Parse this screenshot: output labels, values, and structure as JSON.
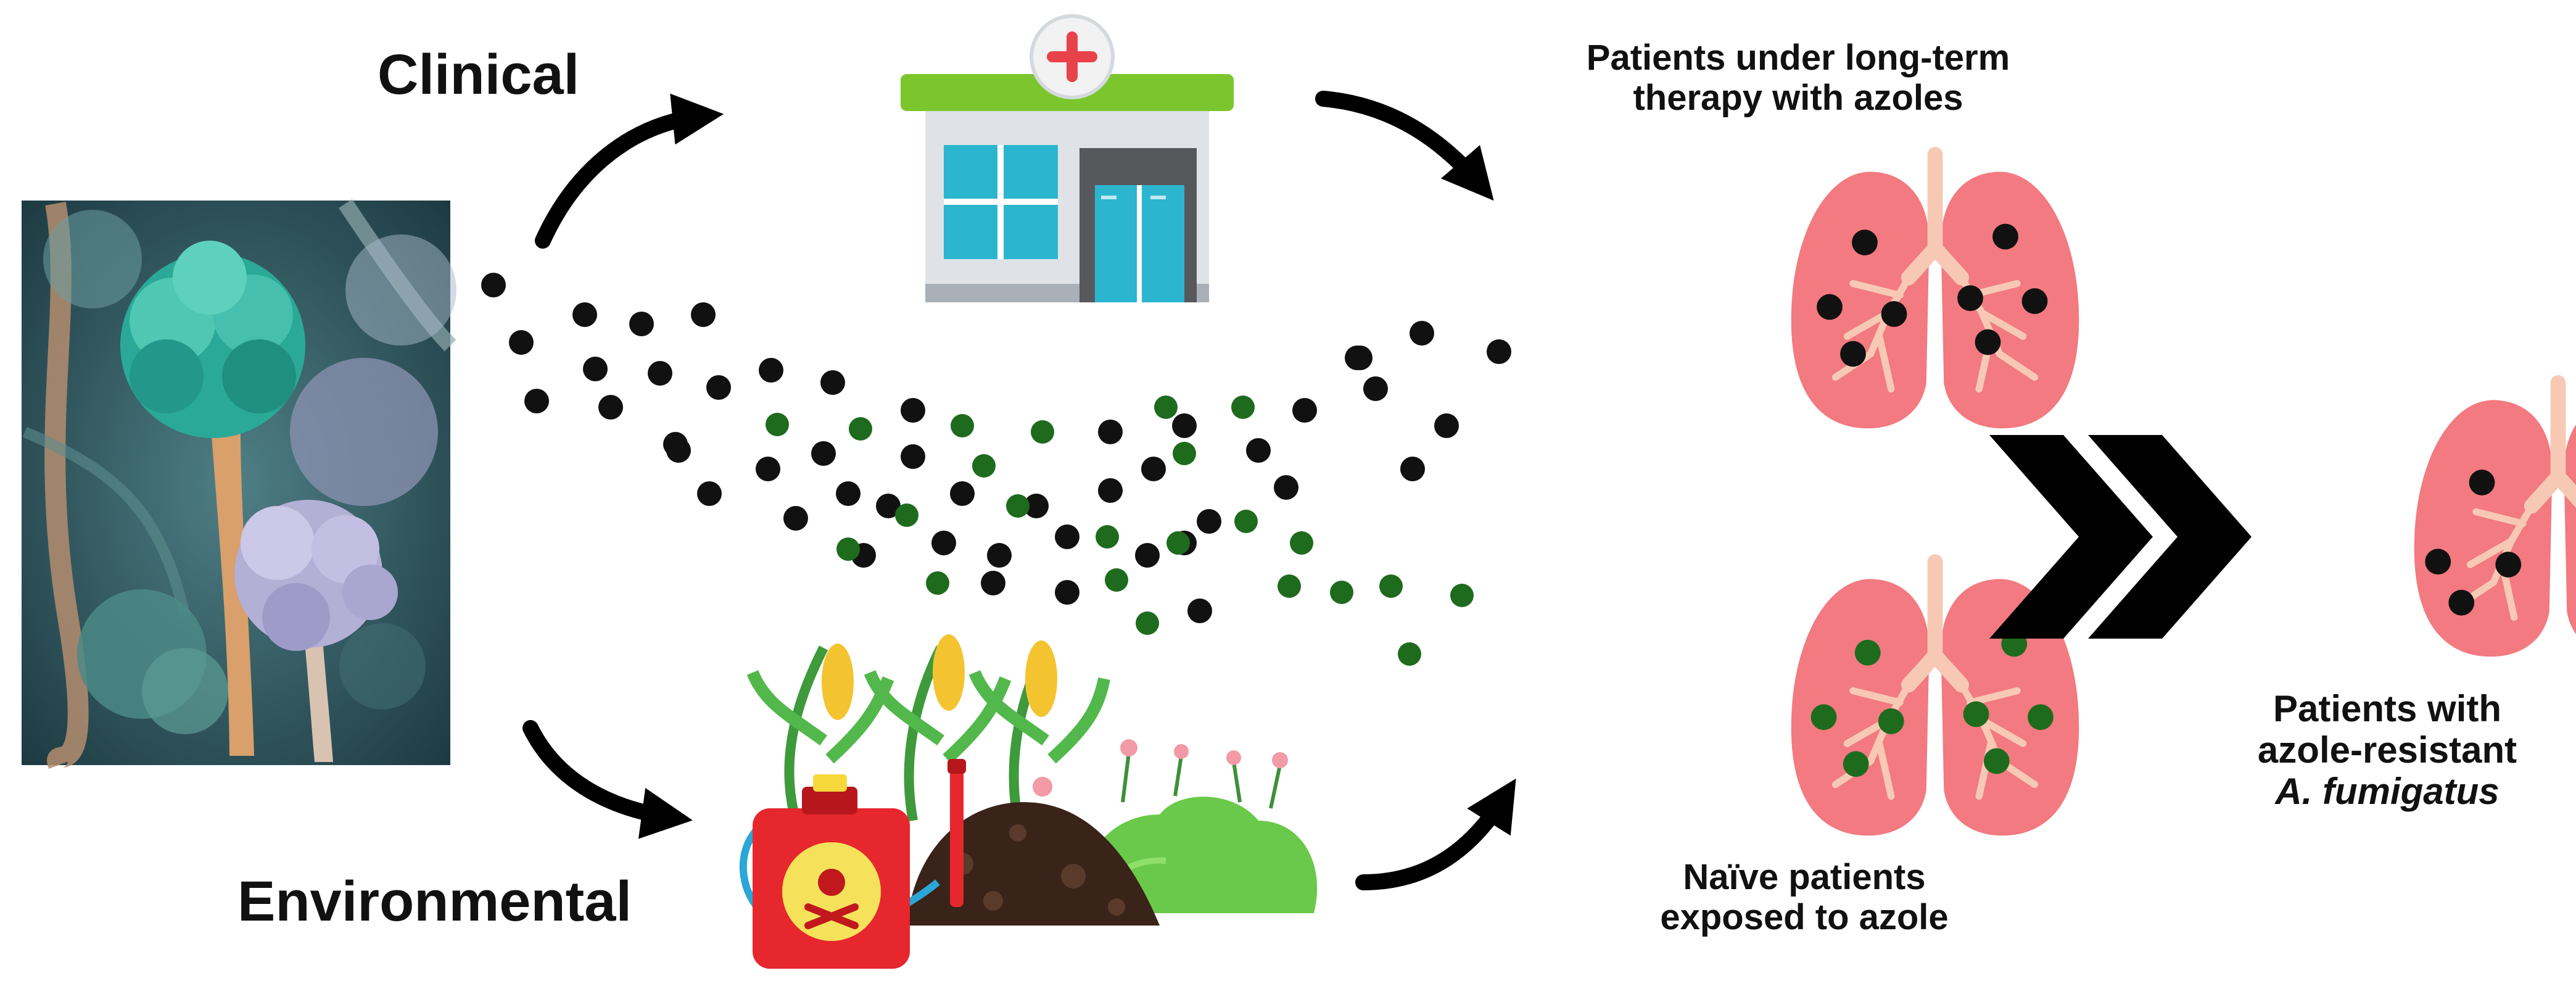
{
  "labels": {
    "clinical": "Clinical",
    "environmental": "Environmental",
    "long_term": {
      "line1": "Patients under long-term",
      "line2": "therapy with azoles"
    },
    "naive": {
      "line1": "Naïve patients",
      "line2": "exposed to azole"
    },
    "resistant": {
      "line1": "Patients with",
      "line2": "azole-resistant",
      "line3": "A. fumigatus"
    }
  },
  "icons": {
    "fungus": "aspergillus-conidiophore-micrograph",
    "hospital": "hospital-building-icon",
    "agriculture": "crops-sprayer-soil-icon",
    "lung": "lungs-icon",
    "chevrons": "double-chevron-right-icon"
  },
  "legend_colors": {
    "azole_susceptible_spore": "#111111",
    "azole_resistant_spore": "#1e6b1e",
    "lung": "#f27a80",
    "airway": "#f7c9b4"
  }
}
